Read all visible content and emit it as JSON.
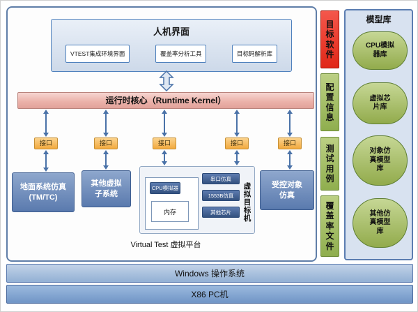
{
  "hmi": {
    "title": "人机界面",
    "items": [
      "VTEST集成环境界面",
      "覆盖率分析工具",
      "目标码解析库"
    ]
  },
  "kernel": {
    "label": "运行时核心（Runtime Kernel）"
  },
  "interface": {
    "label": "接口"
  },
  "modules": {
    "ground": "地面系统仿真\n(TM/TC)",
    "other_virtual": "其他虚拟\n子系统",
    "controlled": "受控对象\n仿真"
  },
  "vtm": {
    "title": "虚拟目标机",
    "cpu": "CPU模拟器",
    "memory": "内存",
    "chips": [
      "串口仿真",
      "1553B仿真",
      "其他芯片"
    ]
  },
  "platform": {
    "label": "Virtual Test 虚拟平台"
  },
  "ribbons": {
    "target_software": "目标软件",
    "config_info": "配置信息",
    "test_case": "测试用例",
    "coverage_file": "覆盖率文件"
  },
  "model_library": {
    "title": "模型库",
    "items": [
      "CPU模拟\n器库",
      "虚拟芯\n片库",
      "对象仿\n真模型\n库",
      "其他仿\n真模型\n库"
    ]
  },
  "platform_bars": {
    "os": "Windows 操作系统",
    "hardware": "X86 PC机"
  },
  "colors": {
    "accent_blue": "#4f81bd",
    "module_blue": "#5a7aae",
    "interface_orange": "#f2a93e",
    "kernel_pink": "#ecb3ab",
    "ribbon_red": "#e02718",
    "ribbon_green": "#8fae4e",
    "library_green": "#92ab4c"
  }
}
